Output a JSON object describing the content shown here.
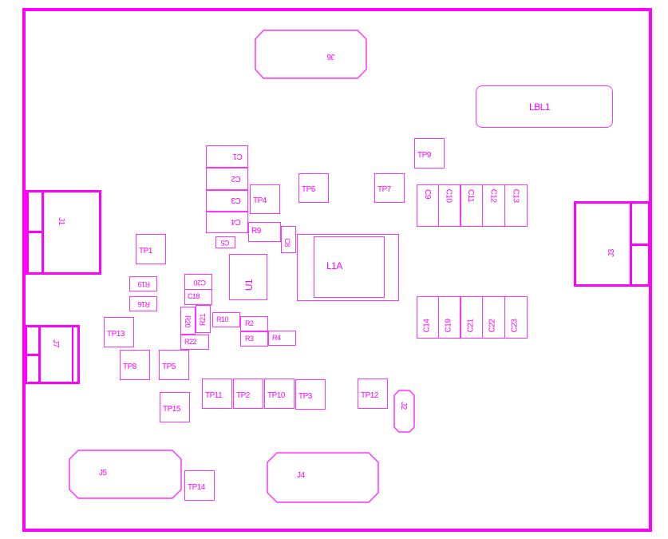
{
  "board": {
    "outline_color": "#ff00ff",
    "silkscreen_color": "#ff33ff",
    "background": "#ffffff"
  },
  "connectors": {
    "J1": "J1",
    "J2": "J2",
    "J3": "J3",
    "J4": "J4",
    "J5": "J5",
    "J6": "J6",
    "J7": "J7"
  },
  "label_area": {
    "LBL1": "LBL1"
  },
  "inductor": {
    "L1A": "L1A"
  },
  "ic": {
    "U1": "U1"
  },
  "capacitors": {
    "C1": "C1",
    "C2": "C2",
    "C3": "C3",
    "C4": "C4",
    "C5": "C5",
    "C8": "C8",
    "C9": "C9",
    "C10": "C10",
    "C11": "C11",
    "C12": "C12",
    "C13": "C13",
    "C14": "C14",
    "C18": "C18",
    "C19": "C19",
    "C20": "C20",
    "C21": "C21",
    "C22": "C22",
    "C23": "C23"
  },
  "resistors": {
    "R2": "R2",
    "R3": "R3",
    "R4": "R4",
    "R9": "R9",
    "R10": "R10",
    "R16": "R16",
    "R19": "R19",
    "R20": "R20",
    "R21": "R21",
    "R22": "R22"
  },
  "test_points": {
    "TP1": "TP1",
    "TP2": "TP2",
    "TP3": "TP3",
    "TP4": "TP4",
    "TP5": "TP5",
    "TP6": "TP6",
    "TP7": "TP7",
    "TP8": "TP8",
    "TP9": "TP9",
    "TP10": "TP10",
    "TP11": "TP11",
    "TP12": "TP12",
    "TP13": "TP13",
    "TP14": "TP14",
    "TP15": "TP15"
  }
}
